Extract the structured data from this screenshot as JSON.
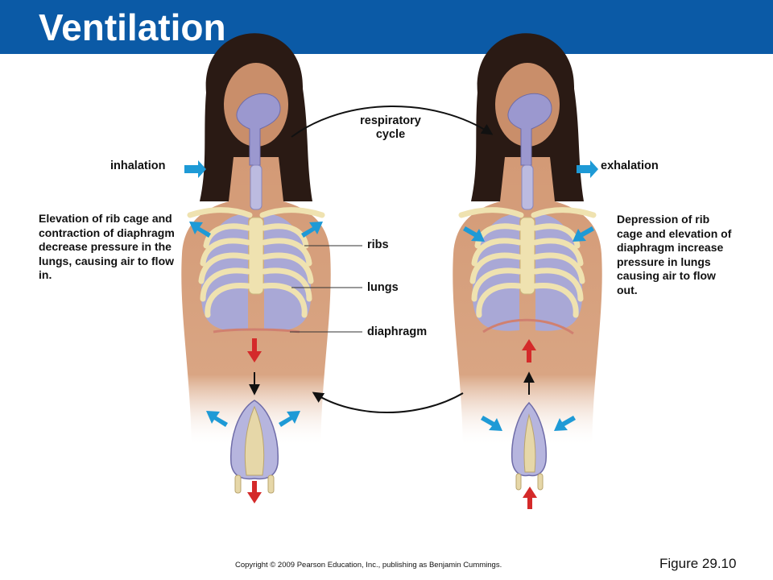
{
  "header": {
    "title": "Ventilation"
  },
  "diagram": {
    "cycle_label_line1": "respiratory",
    "cycle_label_line2": "cycle",
    "inhalation_label": "inhalation",
    "exhalation_label": "exhalation",
    "inhalation_description": "Elevation of rib cage and contraction of diaphragm decrease pressure in the lungs, causing air to flow in.",
    "exhalation_description": "Depression of rib cage and elevation of diaphragm increase pressure in lungs causing air to flow out.",
    "callouts": {
      "ribs": "ribs",
      "lungs": "lungs",
      "diaphragm": "diaphragm"
    },
    "colors": {
      "header": "#0b5aa6",
      "air_arrow": "#1e9ad6",
      "diaphragm_arrow": "#d42a2a",
      "lung": "#a9a8d6",
      "skin": "#d9a07c"
    }
  },
  "footer": {
    "copyright": "Copyright © 2009 Pearson Education, Inc., publishing as Benjamin Cummings.",
    "figure": "Figure 29.10"
  }
}
